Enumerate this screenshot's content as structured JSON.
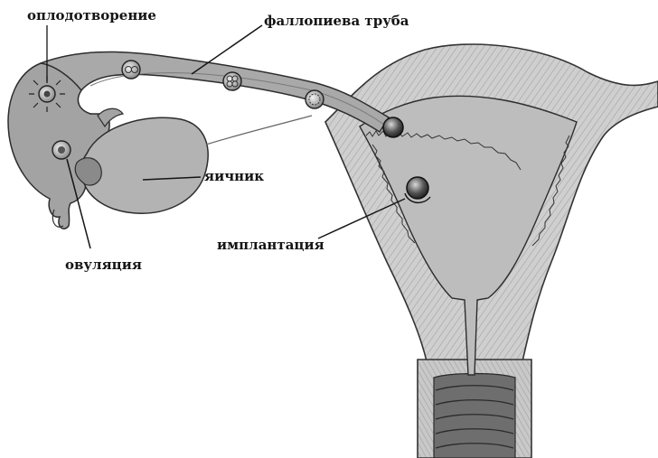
{
  "labels": {
    "fertilization": "оплодотворение",
    "fallopian_tube": "фаллопиева труба",
    "ovary": "яичник",
    "implantation": "имплантация",
    "ovulation": "овуляция"
  }
}
